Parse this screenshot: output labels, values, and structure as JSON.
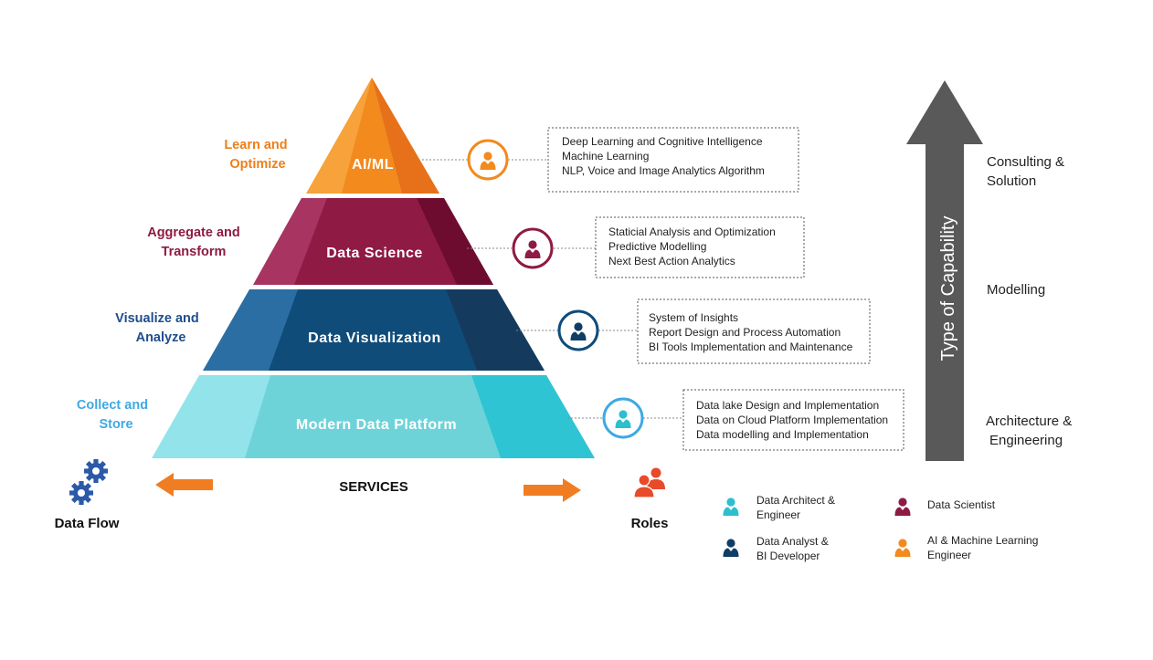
{
  "pyramid": {
    "tiers": [
      {
        "name": "AI/ML",
        "side_label_lines": [
          "Learn and",
          "Optimize"
        ],
        "color": "#f28a1e",
        "side_color": "#ee7f1a",
        "services": [
          "Deep Learning and Cognitive Intelligence",
          "Machine Learning",
          "NLP, Voice and Image Analytics Algorithm"
        ]
      },
      {
        "name": "Data Science",
        "side_label_lines": [
          "Aggregate and",
          "Transform"
        ],
        "color": "#8f1a44",
        "side_color": "#8f1a44",
        "services": [
          "Staticial Analysis and Optimization",
          "Predictive Modelling",
          "Next Best Action Analytics"
        ]
      },
      {
        "name": "Data Visualization",
        "side_label_lines": [
          "Visualize and",
          "Analyze"
        ],
        "color": "#0f4c7a",
        "side_color": "#1f4e8c",
        "services": [
          "System of Insights",
          "Report Design and Process Automation",
          "BI Tools Implementation and Maintenance"
        ]
      },
      {
        "name": "Modern Data Platform",
        "side_label_lines": [
          "Collect and",
          "Store"
        ],
        "color": "#6ed3d9",
        "side_color": "#3fa9e3",
        "services": [
          "Data lake Design and Implementation",
          "Data on Cloud Platform Implementation",
          "Data modelling and Implementation"
        ]
      }
    ]
  },
  "bottom": {
    "services_label": "SERVICES",
    "data_flow_label": "Data Flow",
    "roles_label": "Roles"
  },
  "capability": {
    "arrow_label": "Type of Capability",
    "levels": [
      {
        "lines": [
          "Consulting &",
          "Solution"
        ]
      },
      {
        "lines": [
          "Modelling"
        ]
      },
      {
        "lines": [
          "Architecture &",
          "Engineering"
        ]
      }
    ]
  },
  "legend": [
    {
      "lines": [
        "Data Architect &",
        "Engineer"
      ],
      "color": "#2bbfcf",
      "icon": "person-icon"
    },
    {
      "lines": [
        "Data Scientist"
      ],
      "color": "#8f1a44",
      "icon": "person-icon"
    },
    {
      "lines": [
        "Data Analyst &",
        "BI Developer"
      ],
      "color": "#0f3d66",
      "icon": "person-icon"
    },
    {
      "lines": [
        "AI & Machine Learning",
        "Engineer"
      ],
      "color": "#f28a1e",
      "icon": "person-icon"
    }
  ],
  "colors": {
    "arrow_orange": "#f07d22",
    "gear_blue": "#2a5aa8",
    "roles_red": "#e84a2a",
    "capability_arrow": "#595959"
  }
}
